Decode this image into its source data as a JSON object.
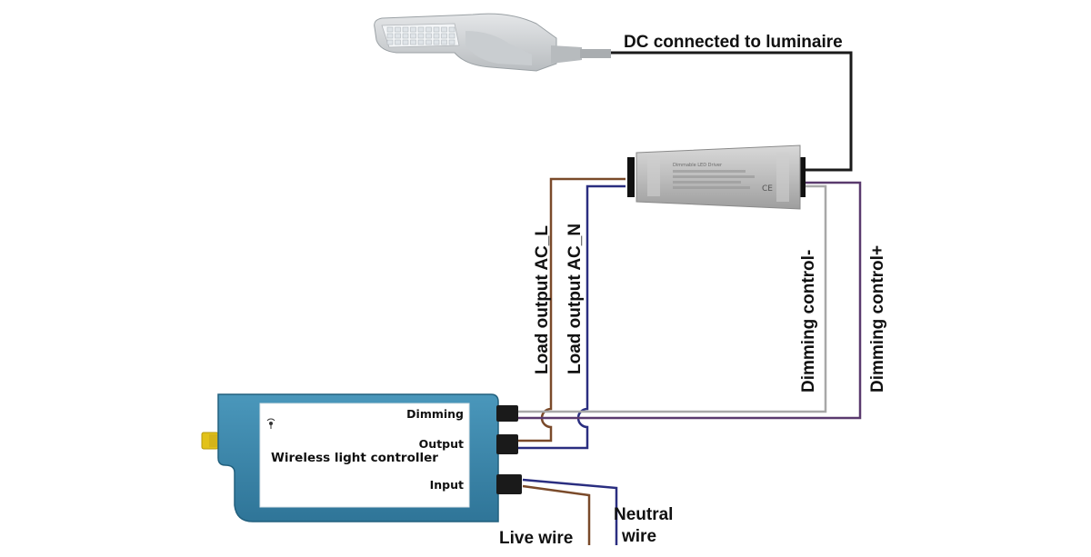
{
  "labels": {
    "dc_connected": "DC connected to luminaire",
    "load_output_l": "Load output AC_L",
    "load_output_n": "Load output AC_N",
    "dimming_minus": "Dimming control-",
    "dimming_plus": "Dimming control+",
    "live_wire": "Live wire",
    "neutral_wire_line1": "Neutral",
    "neutral_wire_line2": "wire"
  },
  "controller": {
    "title": "Wireless light controller",
    "port_dimming": "Dimming",
    "port_output": "Output",
    "port_input": "Input"
  },
  "driver": {
    "label_line1": "Dimmable LED Driver",
    "marks": "CE"
  },
  "colors": {
    "dc_wire": "#1a1a1a",
    "live_wire": "#7a4a2a",
    "neutral_wire": "#2a2e80",
    "dimming_minus_wire": "#a8a8a8",
    "dimming_plus_wire": "#5a3a6e",
    "controller_body": "#3a86aa",
    "controller_panel": "#ffffff",
    "driver_body": "#bfbfbf",
    "antenna": "#e2c21a"
  },
  "icons": {
    "streetlight": "streetlight-luminaire-icon",
    "driver": "led-driver-icon",
    "controller": "wireless-controller-icon",
    "antenna": "antenna-connector-icon",
    "wifi": "wireless-signal-icon"
  }
}
